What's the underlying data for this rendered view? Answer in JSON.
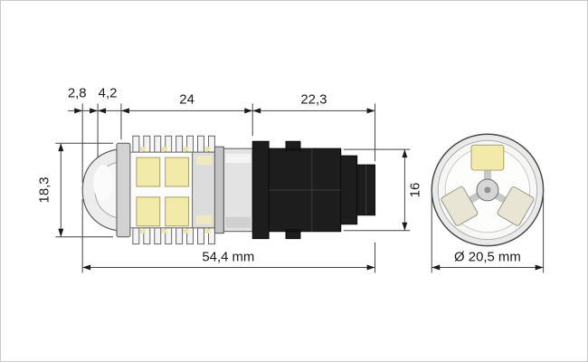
{
  "dims": {
    "seg_tip": "2,8",
    "seg_lens": "4,2",
    "seg_body": "24",
    "seg_base": "22,3",
    "lens_diameter": "18,3",
    "base_width": "16",
    "total_length": "54,4 mm",
    "front_diameter": "Ø 20,5 mm"
  },
  "colors": {
    "line": "#2a2a2a",
    "base_black": "#1d1d1d",
    "metal_gray": "#e3e3e3",
    "led_yellow": "#f1eaa8",
    "background": "#ffffff"
  }
}
